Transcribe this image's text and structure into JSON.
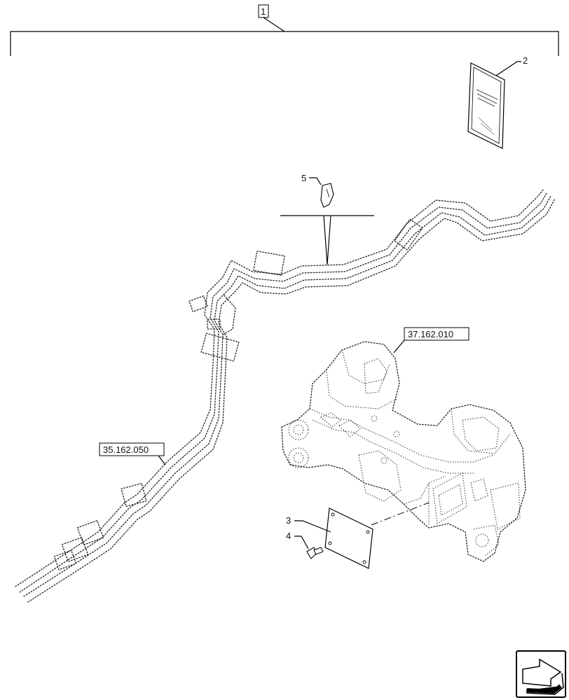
{
  "assembly_label": "1",
  "callouts": {
    "manual": "2",
    "cover_plate": "3",
    "bolt": "4",
    "clip": "5"
  },
  "references": {
    "axle_support": "37.162.010",
    "lines": "35.162.050"
  },
  "manual_icon": "document-booklet",
  "nav_icon": "arrow-next-page-icon"
}
